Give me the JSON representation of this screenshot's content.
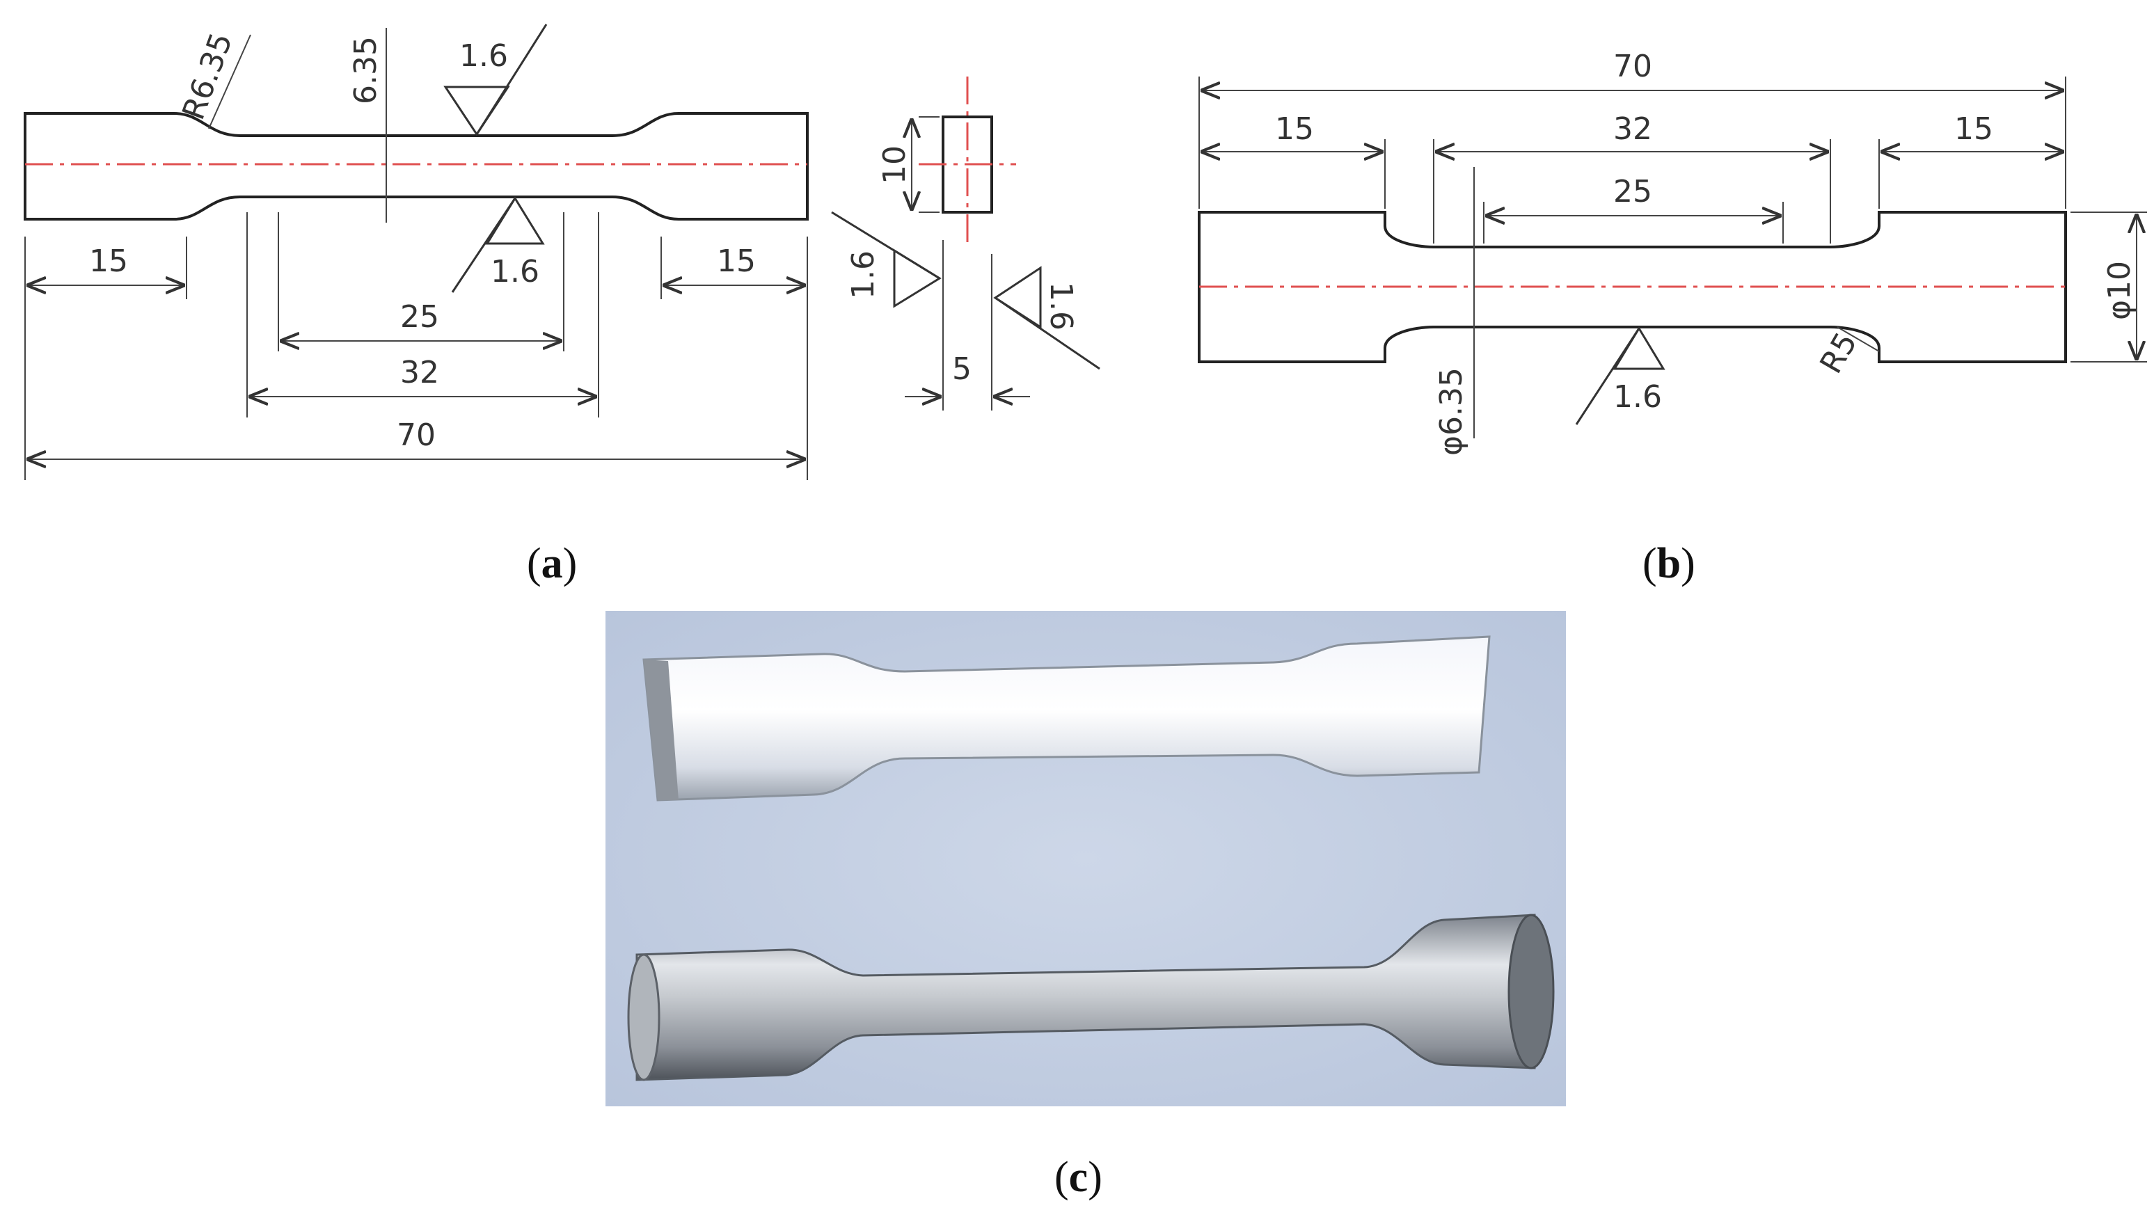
{
  "panels": {
    "a": {
      "caption_open": "(",
      "caption_letter": "a",
      "caption_close": ")",
      "labels": {
        "radius": "R6.35",
        "thickness": "6.35",
        "roughness_top": "1.6",
        "roughness_bottom": "1.6",
        "left_grip": "15",
        "right_grip": "15",
        "gauge_length": "25",
        "reduced_section": "32",
        "overall_length": "70",
        "section_width": "10",
        "section_thickness": "5",
        "section_roughness_left": "1.6",
        "section_roughness_right": "1.6"
      }
    },
    "b": {
      "caption_open": "(",
      "caption_letter": "b",
      "caption_close": ")",
      "labels": {
        "overall_length": "70",
        "left_grip": "15",
        "reduced_section": "32",
        "right_grip": "15",
        "gauge_length": "25",
        "grip_diameter": "φ10",
        "gauge_diameter": "φ6.35",
        "roughness": "1.6",
        "radius": "R5"
      }
    },
    "c": {
      "caption_open": "(",
      "caption_letter": "c",
      "caption_close": ")"
    }
  },
  "colors": {
    "centerline": "#e05050",
    "photo_background": "#c3cfe3",
    "line": "#333333"
  }
}
